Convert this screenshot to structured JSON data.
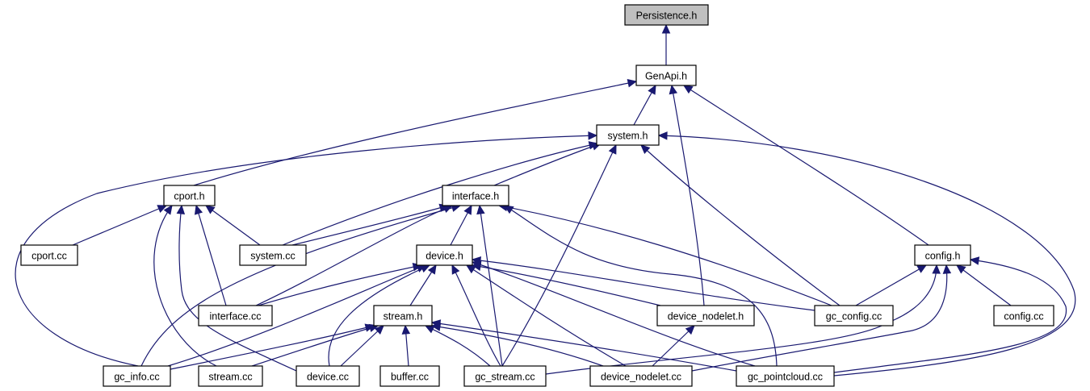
{
  "diagram": {
    "type": "include-dependency-graph",
    "colors": {
      "edge": "#191970",
      "node_border": "#000000",
      "node_fill": "#ffffff",
      "root_fill": "#bfbfbf"
    },
    "nodes": [
      {
        "id": "persistence_h",
        "label": "Persistence.h",
        "root": true
      },
      {
        "id": "genapi_h",
        "label": "GenApi.h"
      },
      {
        "id": "system_h",
        "label": "system.h"
      },
      {
        "id": "cport_h",
        "label": "cport.h"
      },
      {
        "id": "interface_h",
        "label": "interface.h"
      },
      {
        "id": "cport_cc",
        "label": "cport.cc"
      },
      {
        "id": "system_cc",
        "label": "system.cc"
      },
      {
        "id": "device_h",
        "label": "device.h"
      },
      {
        "id": "config_h",
        "label": "config.h"
      },
      {
        "id": "interface_cc",
        "label": "interface.cc"
      },
      {
        "id": "stream_h",
        "label": "stream.h"
      },
      {
        "id": "device_nodelet_h",
        "label": "device_nodelet.h"
      },
      {
        "id": "gc_config_cc",
        "label": "gc_config.cc"
      },
      {
        "id": "config_cc",
        "label": "config.cc"
      },
      {
        "id": "gc_info_cc",
        "label": "gc_info.cc"
      },
      {
        "id": "stream_cc",
        "label": "stream.cc"
      },
      {
        "id": "device_cc",
        "label": "device.cc"
      },
      {
        "id": "buffer_cc",
        "label": "buffer.cc"
      },
      {
        "id": "gc_stream_cc",
        "label": "gc_stream.cc"
      },
      {
        "id": "device_nodelet_cc",
        "label": "device_nodelet.cc"
      },
      {
        "id": "gc_pointcloud_cc",
        "label": "gc_pointcloud.cc"
      }
    ],
    "edges": [
      {
        "from": "genapi_h",
        "to": "persistence_h"
      },
      {
        "from": "system_h",
        "to": "genapi_h"
      },
      {
        "from": "cport_h",
        "to": "genapi_h"
      },
      {
        "from": "device_nodelet_h",
        "to": "genapi_h"
      },
      {
        "from": "config_h",
        "to": "genapi_h"
      },
      {
        "from": "interface_h",
        "to": "system_h"
      },
      {
        "from": "system_cc",
        "to": "system_h"
      },
      {
        "from": "gc_info_cc",
        "to": "system_h"
      },
      {
        "from": "gc_stream_cc",
        "to": "system_h"
      },
      {
        "from": "gc_config_cc",
        "to": "system_h"
      },
      {
        "from": "gc_pointcloud_cc",
        "to": "system_h"
      },
      {
        "from": "cport_cc",
        "to": "cport_h"
      },
      {
        "from": "system_cc",
        "to": "cport_h"
      },
      {
        "from": "interface_cc",
        "to": "cport_h"
      },
      {
        "from": "stream_cc",
        "to": "cport_h"
      },
      {
        "from": "device_cc",
        "to": "cport_h"
      },
      {
        "from": "system_cc",
        "to": "interface_h"
      },
      {
        "from": "interface_cc",
        "to": "interface_h"
      },
      {
        "from": "gc_info_cc",
        "to": "interface_h"
      },
      {
        "from": "device_h",
        "to": "interface_h"
      },
      {
        "from": "gc_stream_cc",
        "to": "interface_h"
      },
      {
        "from": "gc_config_cc",
        "to": "interface_h"
      },
      {
        "from": "gc_pointcloud_cc",
        "to": "interface_h"
      },
      {
        "from": "interface_cc",
        "to": "device_h"
      },
      {
        "from": "gc_info_cc",
        "to": "device_h"
      },
      {
        "from": "device_cc",
        "to": "device_h"
      },
      {
        "from": "stream_h",
        "to": "device_h"
      },
      {
        "from": "gc_stream_cc",
        "to": "device_h"
      },
      {
        "from": "device_nodelet_cc",
        "to": "device_h"
      },
      {
        "from": "device_nodelet_h",
        "to": "device_h"
      },
      {
        "from": "gc_config_cc",
        "to": "device_h"
      },
      {
        "from": "gc_pointcloud_cc",
        "to": "device_h"
      },
      {
        "from": "gc_info_cc",
        "to": "stream_h"
      },
      {
        "from": "stream_cc",
        "to": "stream_h"
      },
      {
        "from": "device_cc",
        "to": "stream_h"
      },
      {
        "from": "buffer_cc",
        "to": "stream_h"
      },
      {
        "from": "gc_stream_cc",
        "to": "stream_h"
      },
      {
        "from": "device_nodelet_cc",
        "to": "stream_h"
      },
      {
        "from": "gc_pointcloud_cc",
        "to": "stream_h"
      },
      {
        "from": "device_nodelet_cc",
        "to": "device_nodelet_h"
      },
      {
        "from": "gc_config_cc",
        "to": "config_h"
      },
      {
        "from": "config_cc",
        "to": "config_h"
      },
      {
        "from": "gc_stream_cc",
        "to": "config_h"
      },
      {
        "from": "device_nodelet_cc",
        "to": "config_h"
      },
      {
        "from": "gc_pointcloud_cc",
        "to": "config_h"
      }
    ]
  }
}
